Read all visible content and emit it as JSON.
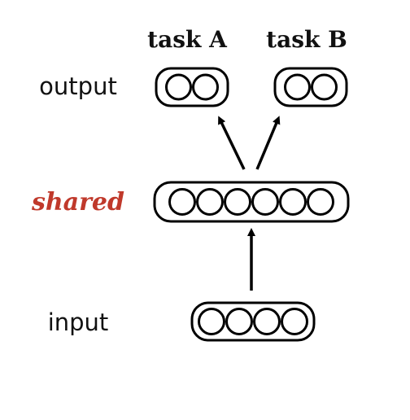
{
  "labels": {
    "task_a": "task A",
    "task_b": "task B",
    "output": "output",
    "shared": "shared",
    "input": "input"
  },
  "layers": {
    "input_units": 4,
    "shared_units": 6,
    "task_a_units": 2,
    "task_b_units": 2
  },
  "colors": {
    "shared_label": "#c0392b",
    "stroke": "#000000",
    "text": "#111111"
  }
}
